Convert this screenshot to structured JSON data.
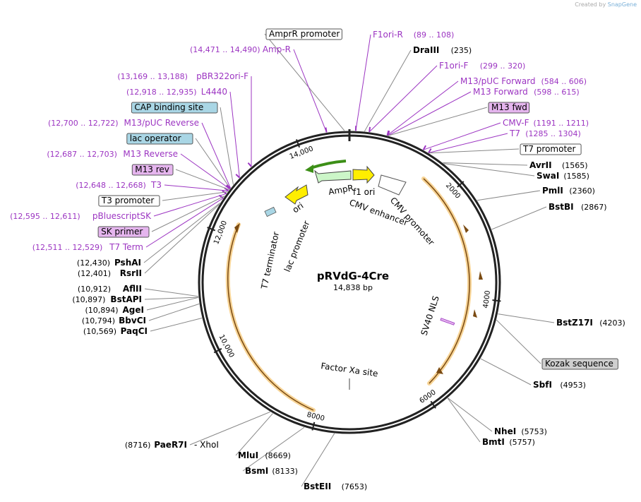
{
  "watermark": {
    "prefix": "Created by",
    "brand": "SnapGene"
  },
  "plasmid": {
    "name": "pRVdG-4Cre",
    "size_label": "14,838 bp",
    "total_bp": 14838
  },
  "colors": {
    "primer": "#9c35c2",
    "feature_blue": "#a9d6e5",
    "feature_pink": "#e5b5ee",
    "feature_gray": "#cfcfcf",
    "orf_halo": "#f5c97c",
    "origin_yellow": "#ffee00",
    "ampr_green": "#ccf6c8",
    "green_arrow": "#3c8f17"
  },
  "ticks": [
    {
      "bp": 2000,
      "label": "2000"
    },
    {
      "bp": 4000,
      "label": "4000"
    },
    {
      "bp": 6000,
      "label": "6000"
    },
    {
      "bp": 8000,
      "label": "8000"
    },
    {
      "bp": 10000,
      "label": "10,000"
    },
    {
      "bp": 12000,
      "label": "12,000"
    },
    {
      "bp": 14000,
      "label": "14,000"
    }
  ],
  "labels": [
    {
      "id": "ampr-promoter",
      "text": "AmprR promoter",
      "bp": 14760,
      "kind": "boxed-white"
    },
    {
      "id": "amp-r",
      "pos": "(14,471 .. 14,490)",
      "text": "Amp-R",
      "bp": 14480,
      "kind": "primer"
    },
    {
      "id": "f1ori-r",
      "text": "F1ori-R",
      "pos": "(89 .. 108)",
      "bp": 98,
      "kind": "primer"
    },
    {
      "id": "draiii",
      "text": "DraIII",
      "pos": "(235)",
      "bp": 235,
      "kind": "enzyme"
    },
    {
      "id": "f1ori-f",
      "text": "F1ori-F",
      "pos": "(299 .. 320)",
      "bp": 310,
      "kind": "primer"
    },
    {
      "id": "m13-puc-forward",
      "text": "M13/pUC Forward",
      "pos": "(584 .. 606)",
      "bp": 595,
      "kind": "primer"
    },
    {
      "id": "m13-forward",
      "text": "M13 Forward",
      "pos": "(598 .. 615)",
      "bp": 606,
      "kind": "primer"
    },
    {
      "id": "m13-fwd",
      "text": "M13 fwd",
      "bp": 610,
      "kind": "boxed-pink"
    },
    {
      "id": "cmv-f",
      "text": "CMV-F",
      "pos": "(1191 .. 1211)",
      "bp": 1201,
      "kind": "primer"
    },
    {
      "id": "t7",
      "text": "T7",
      "pos": "(1285 .. 1304)",
      "bp": 1294,
      "kind": "primer"
    },
    {
      "id": "t7-promoter",
      "text": "T7 promoter",
      "bp": 1300,
      "kind": "boxed-white"
    },
    {
      "id": "avrii",
      "text": "AvrII",
      "pos": "(1565)",
      "bp": 1565,
      "kind": "enzyme"
    },
    {
      "id": "swai",
      "text": "SwaI",
      "pos": "(1585)",
      "bp": 1585,
      "kind": "enzyme"
    },
    {
      "id": "pmli",
      "text": "PmlI",
      "pos": "(2360)",
      "bp": 2360,
      "kind": "enzyme"
    },
    {
      "id": "bstbi",
      "text": "BstBI",
      "pos": "(2867)",
      "bp": 2867,
      "kind": "enzyme"
    },
    {
      "id": "bstz17i",
      "text": "BstZ17I",
      "pos": "(4203)",
      "bp": 4203,
      "kind": "enzyme"
    },
    {
      "id": "kozak",
      "text": "Kozak sequence",
      "bp": 4300,
      "kind": "boxed-gray"
    },
    {
      "id": "sbfi",
      "text": "SbfI",
      "pos": "(4953)",
      "bp": 4953,
      "kind": "enzyme"
    },
    {
      "id": "nhei",
      "text": "NheI",
      "pos": "(5753)",
      "bp": 5753,
      "kind": "enzyme"
    },
    {
      "id": "bmti",
      "text": "BmtI",
      "pos": "(5757)",
      "bp": 5757,
      "kind": "enzyme"
    },
    {
      "id": "bsteii",
      "text": "BstEII",
      "pos": "(7653)",
      "bp": 7653,
      "kind": "enzyme"
    },
    {
      "id": "bsmi",
      "text": "BsmI",
      "pos": "(8133)",
      "bp": 8133,
      "kind": "enzyme"
    },
    {
      "id": "mlui",
      "text": "MluI",
      "pos": "(8669)",
      "bp": 8669,
      "kind": "enzyme"
    },
    {
      "id": "paer7i",
      "text": "PaeR7I",
      "pos": "(8716)",
      "bp": 8716,
      "kind": "enzyme"
    },
    {
      "id": "xhoi",
      "text": "- XhoI",
      "bp": 8716,
      "kind": "enzyme-plain"
    },
    {
      "id": "paqci",
      "text": "PaqCI",
      "pos": "(10,569)",
      "bp": 10569,
      "kind": "enzyme"
    },
    {
      "id": "bbvci",
      "text": "BbvCI",
      "pos": "(10,794)",
      "bp": 10794,
      "kind": "enzyme"
    },
    {
      "id": "agei",
      "text": "AgeI",
      "pos": "(10,894)",
      "bp": 10894,
      "kind": "enzyme"
    },
    {
      "id": "bstapi",
      "text": "BstAPI",
      "pos": "(10,897)",
      "bp": 10897,
      "kind": "enzyme"
    },
    {
      "id": "aflii",
      "text": "AflII",
      "pos": "(10,912)",
      "bp": 10912,
      "kind": "enzyme"
    },
    {
      "id": "rsrii",
      "text": "RsrII",
      "pos": "(12,401)",
      "bp": 12401,
      "kind": "enzyme"
    },
    {
      "id": "pshai",
      "text": "PshAI",
      "pos": "(12,430)",
      "bp": 12430,
      "kind": "enzyme"
    },
    {
      "id": "t7-term",
      "text": "T7 Term",
      "pos": "(12,511 .. 12,529)",
      "bp": 12520,
      "kind": "primer"
    },
    {
      "id": "sk-primer",
      "text": "SK primer",
      "bp": 12560,
      "kind": "boxed-pink"
    },
    {
      "id": "pbluescriptsk",
      "text": "pBluescriptSK",
      "pos": "(12,595 .. 12,611)",
      "bp": 12603,
      "kind": "primer"
    },
    {
      "id": "t3-promoter",
      "text": "T3 promoter",
      "bp": 12640,
      "kind": "boxed-white"
    },
    {
      "id": "t3",
      "text": "T3",
      "pos": "(12,648 .. 12,668)",
      "bp": 12658,
      "kind": "primer"
    },
    {
      "id": "m13-rev",
      "text": "M13 rev",
      "bp": 12680,
      "kind": "boxed-pink"
    },
    {
      "id": "m13-reverse",
      "text": "M13 Reverse",
      "pos": "(12,687 .. 12,703)",
      "bp": 12695,
      "kind": "primer"
    },
    {
      "id": "lac-operator",
      "text": "lac operator",
      "bp": 12705,
      "kind": "boxed-blue"
    },
    {
      "id": "m13-puc-reverse",
      "text": "M13/pUC Reverse",
      "pos": "(12,700 .. 12,722)",
      "bp": 12711,
      "kind": "primer"
    },
    {
      "id": "cap-binding-site",
      "text": "CAP binding site",
      "bp": 12780,
      "kind": "boxed-blue"
    },
    {
      "id": "l4440",
      "text": "L4440",
      "pos": "(12,918 .. 12,935)",
      "bp": 12926,
      "kind": "primer"
    },
    {
      "id": "pbr322ori-f",
      "text": "pBR322ori-F",
      "pos": "(13,169 .. 13,188)",
      "bp": 13178,
      "kind": "primer"
    }
  ],
  "inner_features": [
    {
      "id": "ampr",
      "text": "AmpR"
    },
    {
      "id": "ori",
      "text": "ori"
    },
    {
      "id": "f1-ori",
      "text": "f1 ori"
    },
    {
      "id": "cmv-enhancer",
      "text": "CMV enhancer"
    },
    {
      "id": "cmv-promoter",
      "text": "CMV promoter"
    },
    {
      "id": "lac-promoter",
      "text": "lac promoter"
    },
    {
      "id": "t7-terminator",
      "text": "T7 terminator"
    },
    {
      "id": "sv40-nls",
      "text": "SV40 NLS"
    },
    {
      "id": "factor-xa-site",
      "text": "Factor Xa site"
    }
  ]
}
